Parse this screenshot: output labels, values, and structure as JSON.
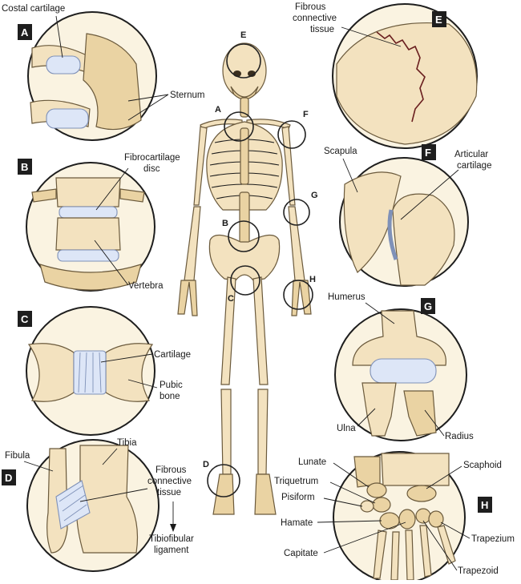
{
  "panels": [
    {
      "id": "A",
      "labels": [
        "Costal cartilage",
        "Sternum"
      ]
    },
    {
      "id": "B",
      "labels": [
        "Fibrocartilage",
        "disc",
        "Vertebra"
      ]
    },
    {
      "id": "C",
      "labels": [
        "Cartilage",
        "Pubic",
        "bone"
      ]
    },
    {
      "id": "D",
      "labels": [
        "Fibula",
        "Tibia",
        "Fibrous",
        "connective",
        "tissue",
        "Tibiofibular",
        "ligament"
      ]
    },
    {
      "id": "E",
      "labels": [
        "Fibrous",
        "connective",
        "tissue"
      ]
    },
    {
      "id": "F",
      "labels": [
        "Scapula",
        "Articular",
        "cartilage"
      ]
    },
    {
      "id": "G",
      "labels": [
        "Humerus",
        "Ulna",
        "Radius"
      ]
    },
    {
      "id": "H",
      "labels": [
        "Lunate",
        "Scaphoid",
        "Triquetrum",
        "Pisiform",
        "Hamate",
        "Capitate",
        "Trapezium",
        "Trapezoid"
      ]
    }
  ],
  "skeleton_markers": [
    "E",
    "A",
    "F",
    "G",
    "B",
    "C",
    "H",
    "D"
  ],
  "colors": {
    "bone": "#f3e2bf",
    "cartilage": "#dde6f7",
    "badge": "#1e1e1e"
  }
}
